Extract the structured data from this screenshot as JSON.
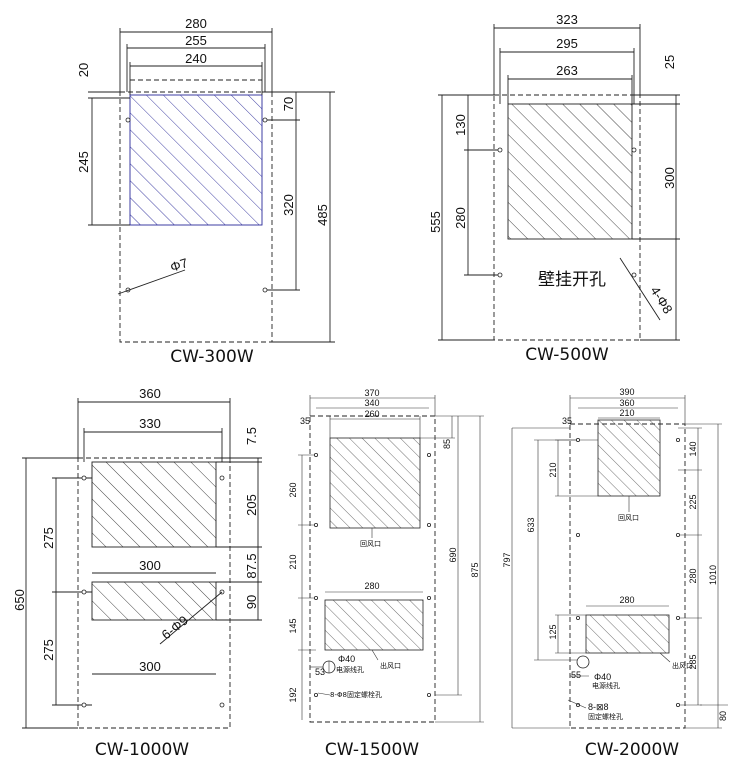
{
  "colors": {
    "line": "#222222",
    "hatch_blue": "#2a2a9a",
    "hatch_black": "#333333"
  },
  "panels": {
    "cw300": {
      "label": "CW-300W",
      "dims": {
        "w280": "280",
        "w255": "255",
        "w240": "240",
        "d20": "20",
        "d70": "70",
        "d245": "245",
        "d320": "320",
        "d485": "485",
        "phi7": "Φ7"
      }
    },
    "cw500": {
      "label": "CW-500W",
      "dims": {
        "w323": "323",
        "w295": "295",
        "w263": "263",
        "d25": "25",
        "d130": "130",
        "d300": "300",
        "d555": "555",
        "d280": "280",
        "holes": "4-Φ8"
      },
      "mount_note": "壁挂开孔"
    },
    "cw1000": {
      "label": "CW-1000W",
      "dims": {
        "w360": "360",
        "w330": "330",
        "d7_5": "7.5",
        "d205": "205",
        "w300a": "300",
        "d87_5": "87.5",
        "d275a": "275",
        "d90": "90",
        "d650": "650",
        "holes": "6-Φ9",
        "d275b": "275",
        "w300b": "300"
      }
    },
    "cw1500": {
      "label": "CW-1500W",
      "dims": {
        "w370": "370",
        "w340": "340",
        "w260": "260",
        "d35": "35",
        "d85": "85",
        "d260": "260",
        "d210": "210",
        "w280": "280",
        "d690": "690",
        "d875": "875",
        "d145": "145",
        "d53": "53",
        "phi40": "Φ40",
        "d192": "192"
      },
      "notes": {
        "return_air": "回风口",
        "supply_air": "出风口",
        "power_hole": "电源线孔",
        "bolt_holes": "8-Φ8固定螺栓孔"
      }
    },
    "cw2000": {
      "label": "CW-2000W",
      "dims": {
        "w390": "390",
        "w360": "360",
        "w210": "210",
        "d35": "35",
        "d140": "140",
        "d210": "210",
        "d225": "225",
        "d633": "633",
        "d797": "797",
        "d280": "280",
        "d1010": "1010",
        "w280": "280",
        "d125": "125",
        "d285": "285",
        "d55": "55",
        "phi40": "Φ40",
        "holes": "8-⊠8",
        "d80": "80"
      },
      "notes": {
        "return_air": "回风口",
        "supply_air": "出风口",
        "power_hole": "电源线孔",
        "bolt_holes": "固定螺栓孔"
      }
    }
  }
}
